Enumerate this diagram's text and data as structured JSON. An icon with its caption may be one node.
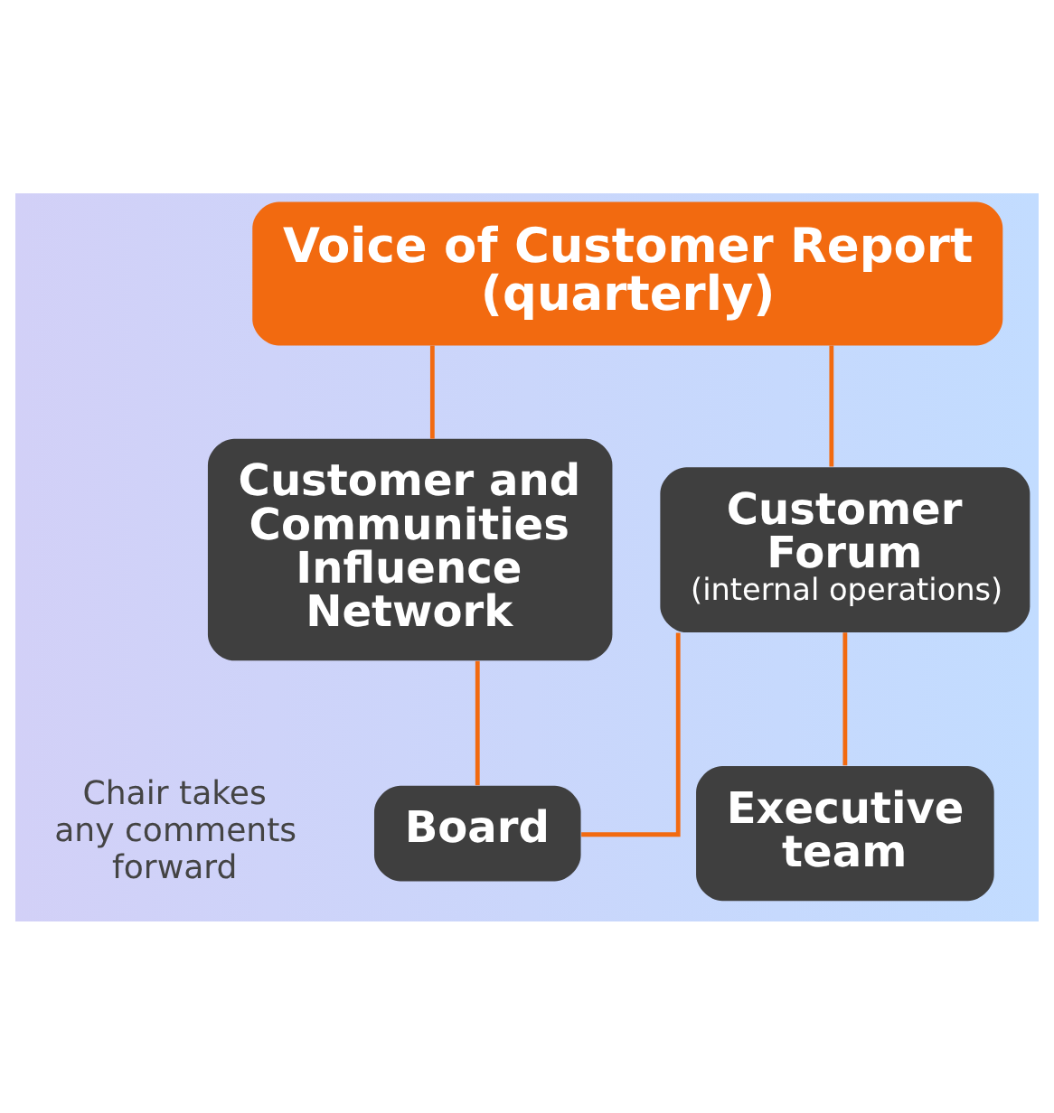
{
  "diagram": {
    "nodes": [
      {
        "text": [
          "Voice of Customer Report (quarterly)"
        ]
      },
      {
        "text": [
          "Customer and Communities Influence Network"
        ]
      },
      {
        "text": [
          "Customer Forum",
          "(internal operations)"
        ]
      },
      {
        "text": [
          "Board"
        ]
      },
      {
        "text": [
          "Executive team"
        ]
      }
    ],
    "edges": [
      {
        "from": 0,
        "to": 1,
        "arrow": "none"
      },
      {
        "from": 0,
        "to": 2,
        "arrow": "none"
      },
      {
        "from": 1,
        "to": 3,
        "arrow": "none"
      },
      {
        "from": 2,
        "to": 3,
        "arrow": "none"
      },
      {
        "from": 2,
        "to": 4,
        "arrow": "none"
      }
    ],
    "labels": [
      "Chair takes any comments forward"
    ]
  }
}
